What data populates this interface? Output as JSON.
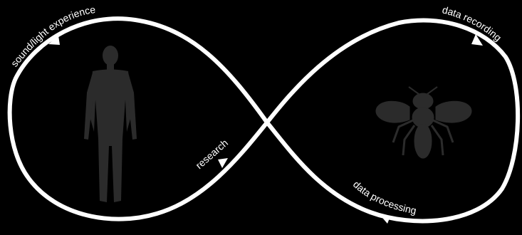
{
  "diagram": {
    "labels": {
      "top_left": "sound/light experience",
      "top_right": "data recording",
      "middle_left": "research",
      "bottom_right": "data processing"
    },
    "icons": {
      "left": "human-silhouette-icon",
      "right": "bee-silhouette-icon"
    },
    "colors": {
      "background": "#000000",
      "loop": "#ffffff",
      "silhouette": "#2b2b2b"
    }
  }
}
